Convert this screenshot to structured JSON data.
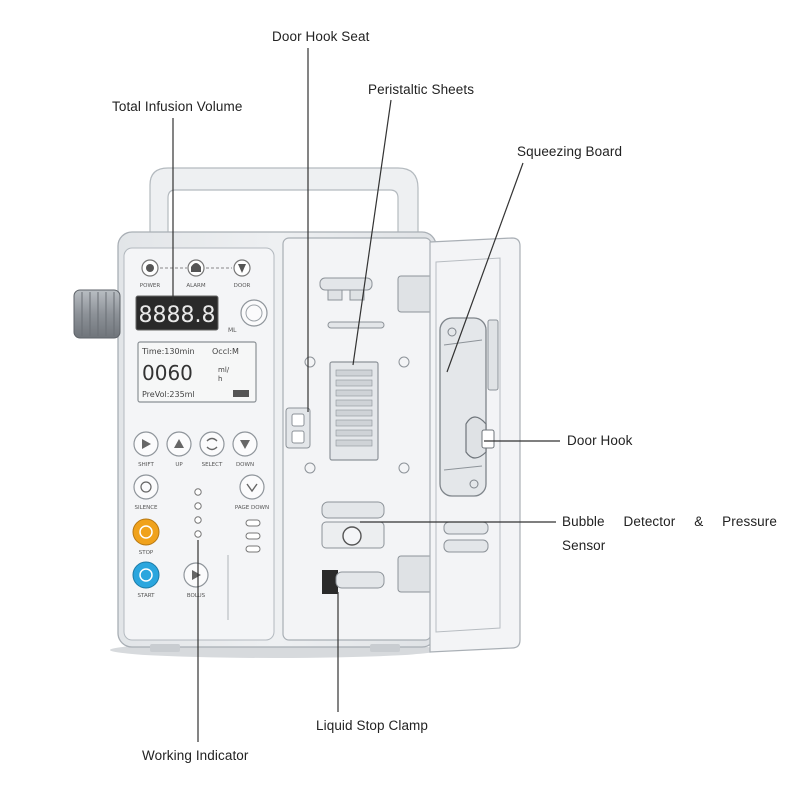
{
  "callouts": {
    "door_hook_seat": "Door Hook Seat",
    "total_infusion_volume": "Total Infusion Volume",
    "peristaltic_sheets": "Peristaltic Sheets",
    "squeezing_board": "Squeezing Board",
    "door_hook": "Door Hook",
    "bubble_detector": "Bubble Detector & Pressure Sensor",
    "liquid_stop_clamp": "Liquid Stop Clamp",
    "working_indicator": "Working Indicator"
  },
  "device": {
    "indicators": {
      "power": "POWER",
      "alarm": "ALARM",
      "door": "DOOR"
    },
    "led_display": "8888.8",
    "led_unit": "ML",
    "lcd": {
      "time": "Time:130min",
      "occl": "Occl:M",
      "rate": "0060",
      "unit_top": "ml/",
      "unit_bottom": "h",
      "pre_vol": "PreVol:235ml"
    },
    "buttons": {
      "shift": "SHIFT",
      "up": "UP",
      "select": "SELECT",
      "down": "DOWN",
      "silence": "SILENCE",
      "page_down": "PAGE DOWN",
      "stop": "STOP",
      "start": "START",
      "bolus": "BOLUS"
    }
  },
  "colors": {
    "body": "#e9ecef",
    "panel": "#f4f5f7",
    "outline": "#9aa1a8",
    "stop_button": "#f0a21c",
    "start_button": "#2ba6de",
    "led_bg": "#2a2a2a",
    "leader_line": "#333333"
  }
}
